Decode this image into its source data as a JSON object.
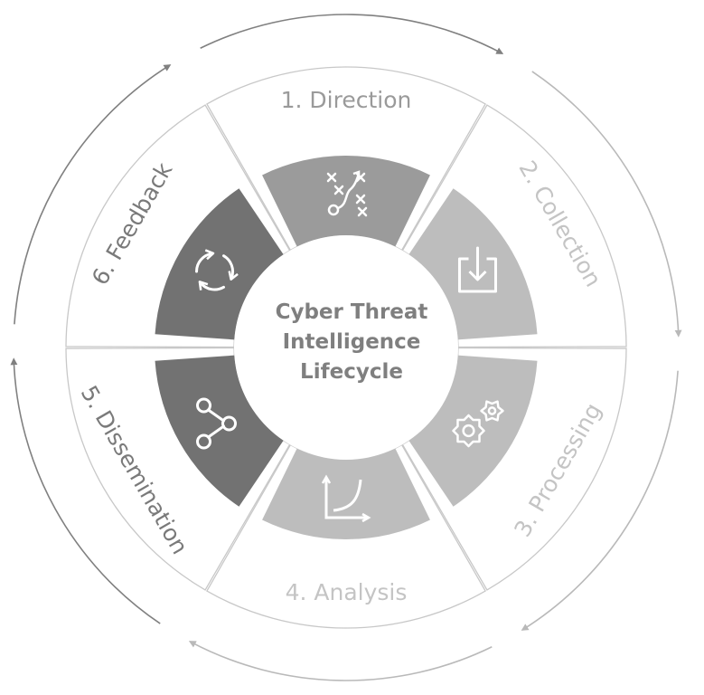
{
  "title_lines": [
    "Cyber Threat",
    "Intelligence",
    "Lifecycle"
  ],
  "stages": [
    {
      "label": "1. Direction",
      "icon": "strategy-play-icon",
      "label_color": "#9a9a9a",
      "wedge_color": "#9b9b9b",
      "ring_fill": "#ffffff"
    },
    {
      "label": "2. Collection",
      "icon": "download-tray-icon",
      "label_color": "#c4c4c4",
      "wedge_color": "#bdbdbd",
      "ring_fill": "#ffffff"
    },
    {
      "label": "3. Processing",
      "icon": "gears-icon",
      "label_color": "#c4c4c4",
      "wedge_color": "#bdbdbd",
      "ring_fill": "#ffffff"
    },
    {
      "label": "4. Analysis",
      "icon": "growth-curve-icon",
      "label_color": "#c4c4c4",
      "wedge_color": "#bdbdbd",
      "ring_fill": "#ffffff"
    },
    {
      "label": "5. Dissemination",
      "icon": "share-nodes-icon",
      "label_color": "#7a7a7a",
      "wedge_color": "#727272",
      "ring_fill": "#ffffff"
    },
    {
      "label": "6. Feedback",
      "icon": "cycle-arrows-icon",
      "label_color": "#7a7a7a",
      "wedge_color": "#727272",
      "ring_fill": "#ffffff"
    }
  ],
  "colors": {
    "title": "#7f7f7f",
    "outline": "#c8c8c8",
    "arrow_dark": "#808080",
    "arrow_light": "#b9b9b9",
    "icon": "#ffffff"
  }
}
